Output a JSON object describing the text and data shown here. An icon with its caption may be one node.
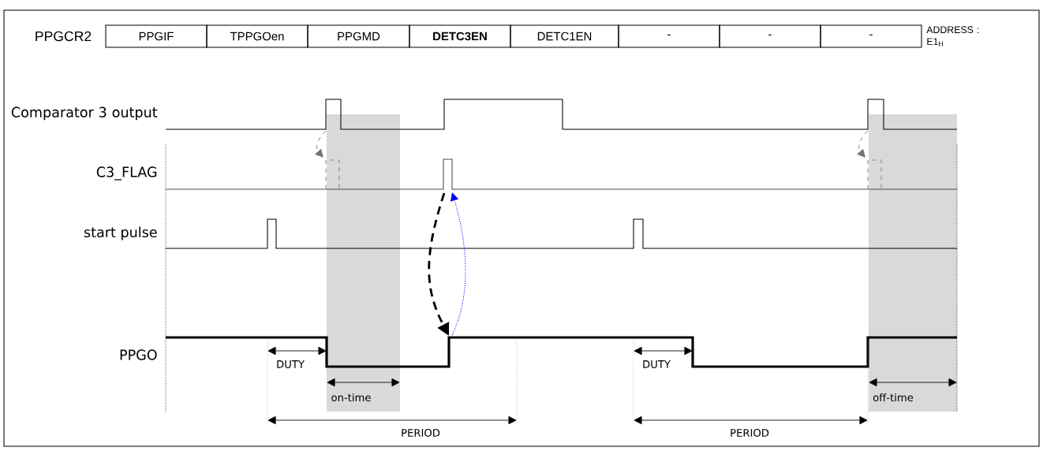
{
  "diagram": {
    "labels": [
      "PPGCR2",
      "PPGIF",
      "TPPGOen",
      "PPGMD",
      "DETC3EN",
      "DETC1EN",
      "-",
      "-",
      "-",
      "ADDRESS : E1$_{H}$",
      "Comparator 3 output",
      "C3_FLAG",
      "start pulse",
      "PPGO",
      "DUTY",
      "DUTY",
      "on-time",
      "off-time",
      "PERIOD",
      "PERIOD"
    ]
  }
}
